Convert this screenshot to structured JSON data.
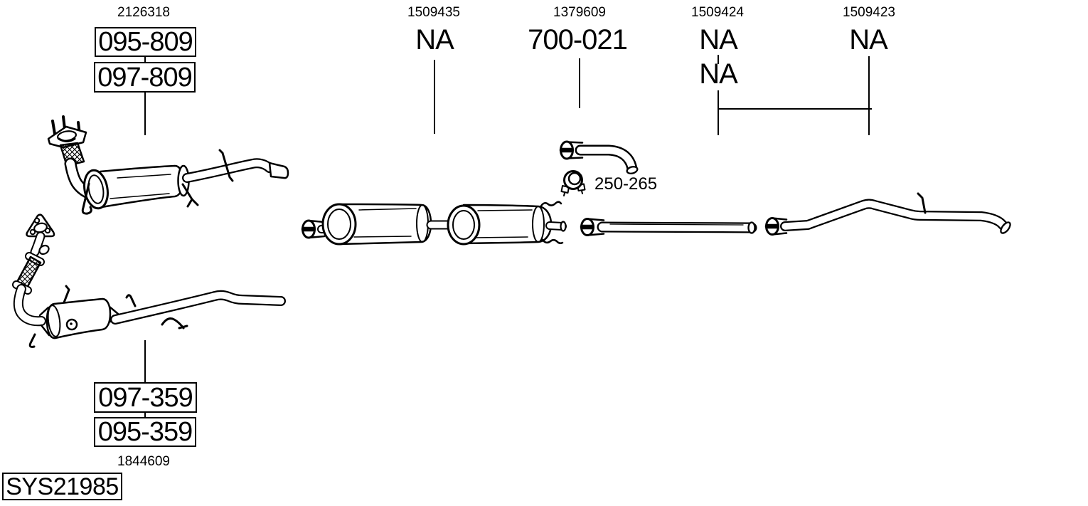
{
  "system": {
    "code": "SYS21985"
  },
  "columns": [
    {
      "ref": "2126318",
      "parts": [
        "095-809",
        "097-809"
      ]
    },
    {
      "ref": "1509435",
      "parts": [
        "NA"
      ]
    },
    {
      "ref": "1379609",
      "parts": [
        "700-021"
      ]
    },
    {
      "ref": "1509424",
      "parts": [
        "NA",
        "NA"
      ]
    },
    {
      "ref": "1509423",
      "parts": [
        "NA"
      ]
    }
  ],
  "accessory": {
    "clamp_label": "250-265"
  },
  "footer": {
    "parts": [
      "097-359",
      "095-359"
    ],
    "ref": "1844609"
  },
  "icons": {
    "clamp": "exhaust-clamp"
  },
  "colors": {
    "ink": "#000000",
    "background": "#ffffff"
  }
}
